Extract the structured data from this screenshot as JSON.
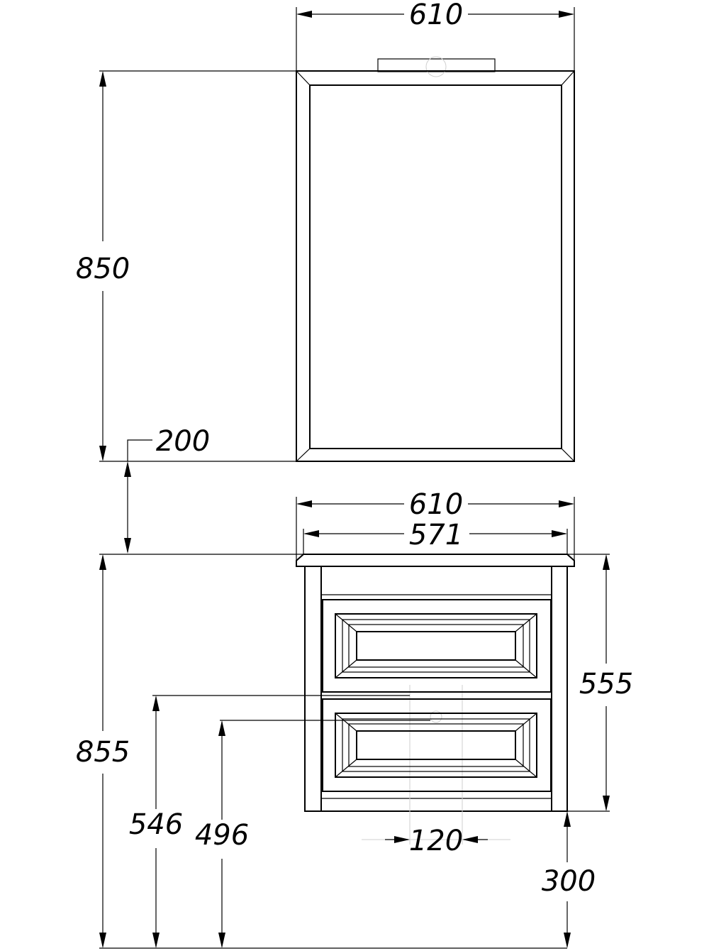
{
  "dimensions": {
    "mirror_width": "610",
    "mirror_height": "850",
    "gap": "200",
    "cabinet_width": "610",
    "cabinet_inner_width": "571",
    "cabinet_height": "555",
    "total_height": "855",
    "pipe_height_1": "546",
    "pipe_height_2": "496",
    "pipe_spacing": "120",
    "floor_clearance": "300"
  }
}
